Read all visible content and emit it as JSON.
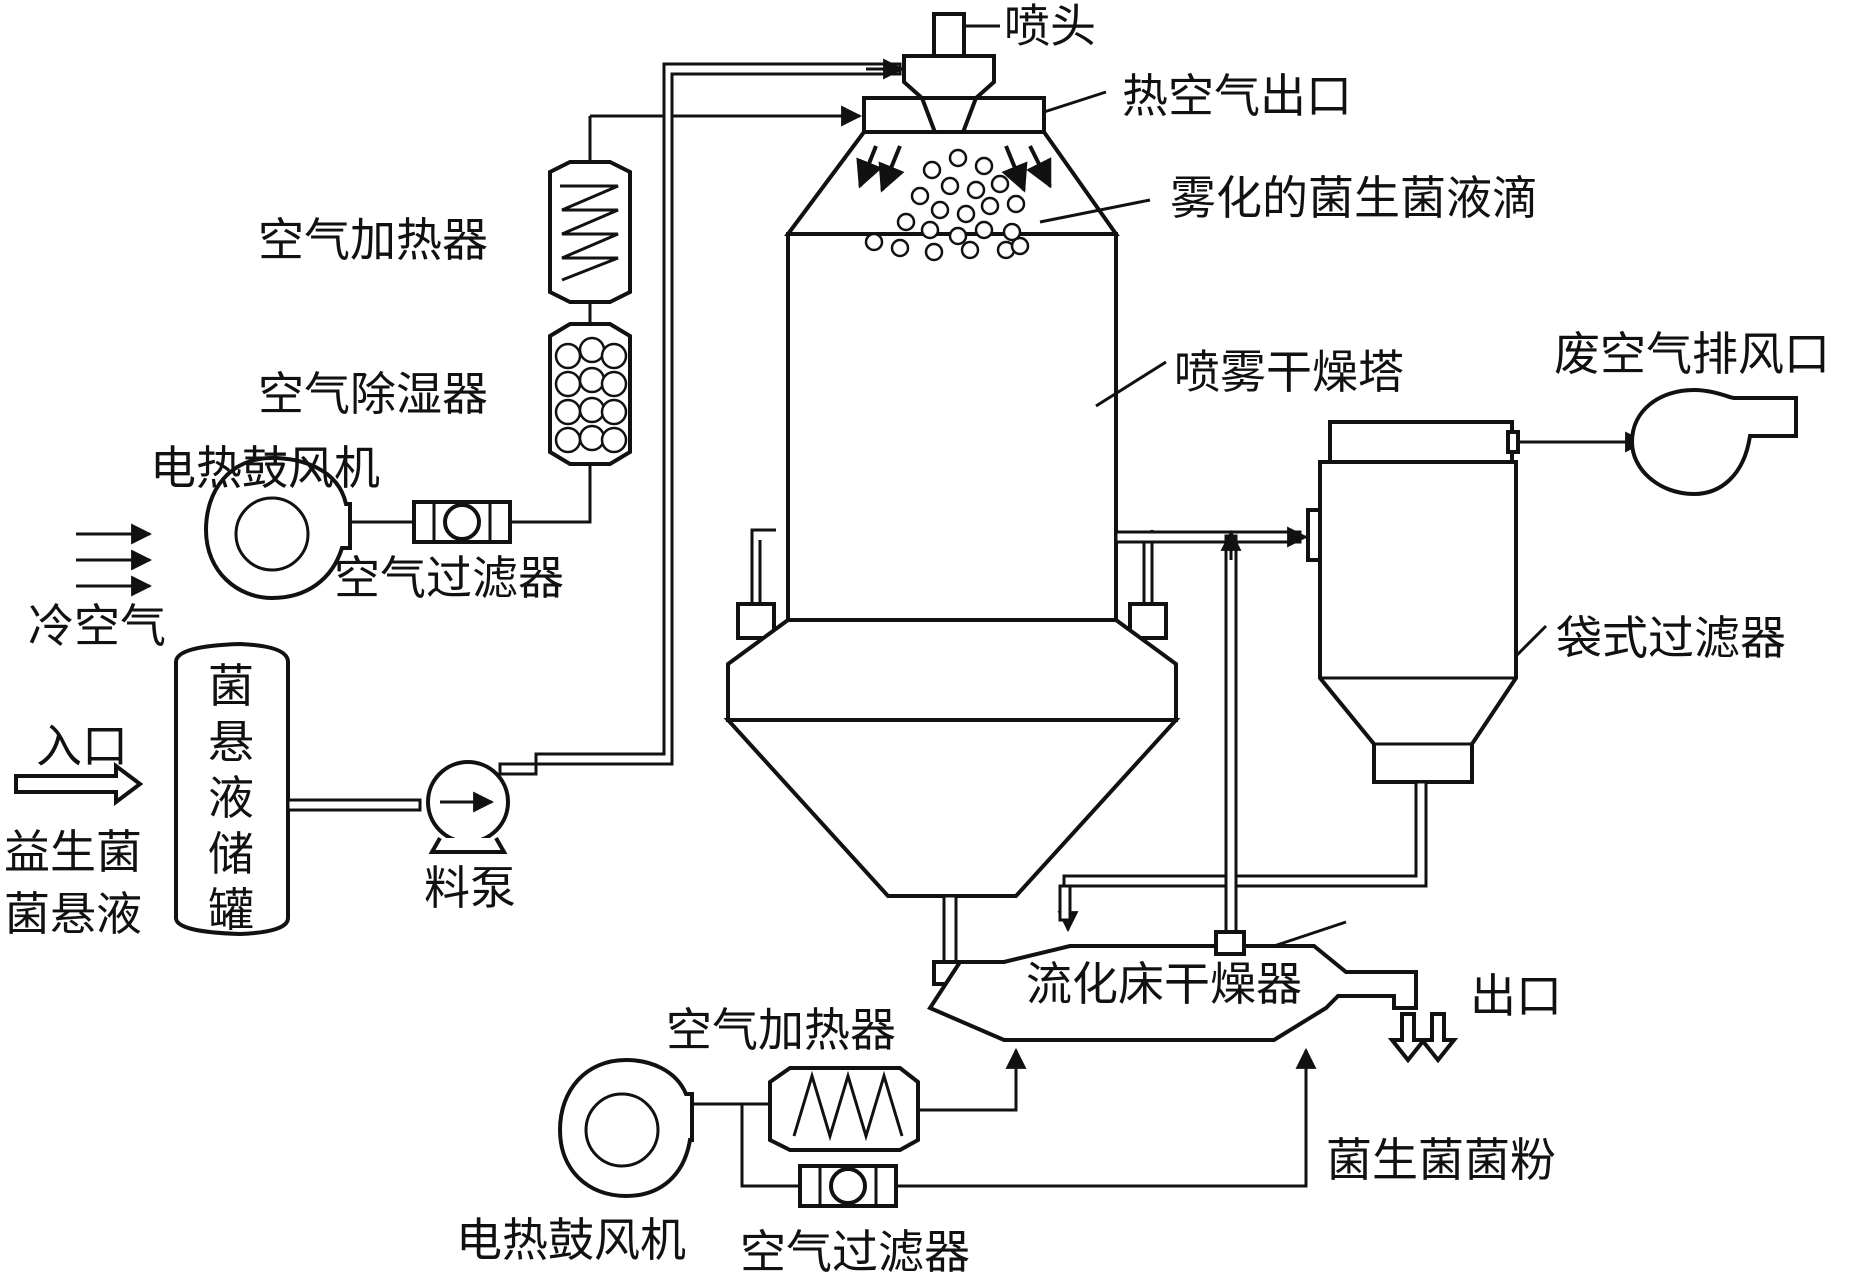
{
  "labels": {
    "nozzle": "喷头",
    "hot_air_outlet": "热空气出口",
    "atomized_droplets": "雾化的菌生菌液滴",
    "spray_tower": "喷雾干燥塔",
    "exhaust_fan": "废空气排风口",
    "bag_filter": "袋式过滤器",
    "air_heater_top": "空气加热器",
    "dehumidifier": "空气除湿器",
    "blower_top": "电热鼓风机",
    "air_filter_top": "空气过滤器",
    "cold_air": "冷空气",
    "inlet": "入口",
    "feed_liquid_line1": "益生菌",
    "feed_liquid_line2": "菌悬液",
    "storage_tank": [
      "菌",
      "悬",
      "液",
      "储",
      "罐"
    ],
    "feed_pump": "料泵",
    "fluid_bed": "流化床干燥器",
    "outlet": "出口",
    "air_heater_bottom": "空气加热器",
    "powder": "菌生菌菌粉",
    "blower_bottom": "电热鼓风机",
    "air_filter_bottom": "空气过滤器"
  }
}
